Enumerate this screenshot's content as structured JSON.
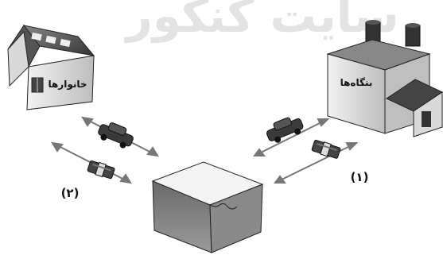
{
  "watermark": "سایت کنکور",
  "households": {
    "label": "خانوارها"
  },
  "firms": {
    "label": "بنگاه‌ها"
  },
  "flow_labels": {
    "left": "(۲)",
    "right": "(۱)"
  },
  "icons": {
    "car": "car-icon",
    "money": "money-icon",
    "market_block": "market-block-icon",
    "house": "house-icon",
    "factory": "factory-icon"
  }
}
